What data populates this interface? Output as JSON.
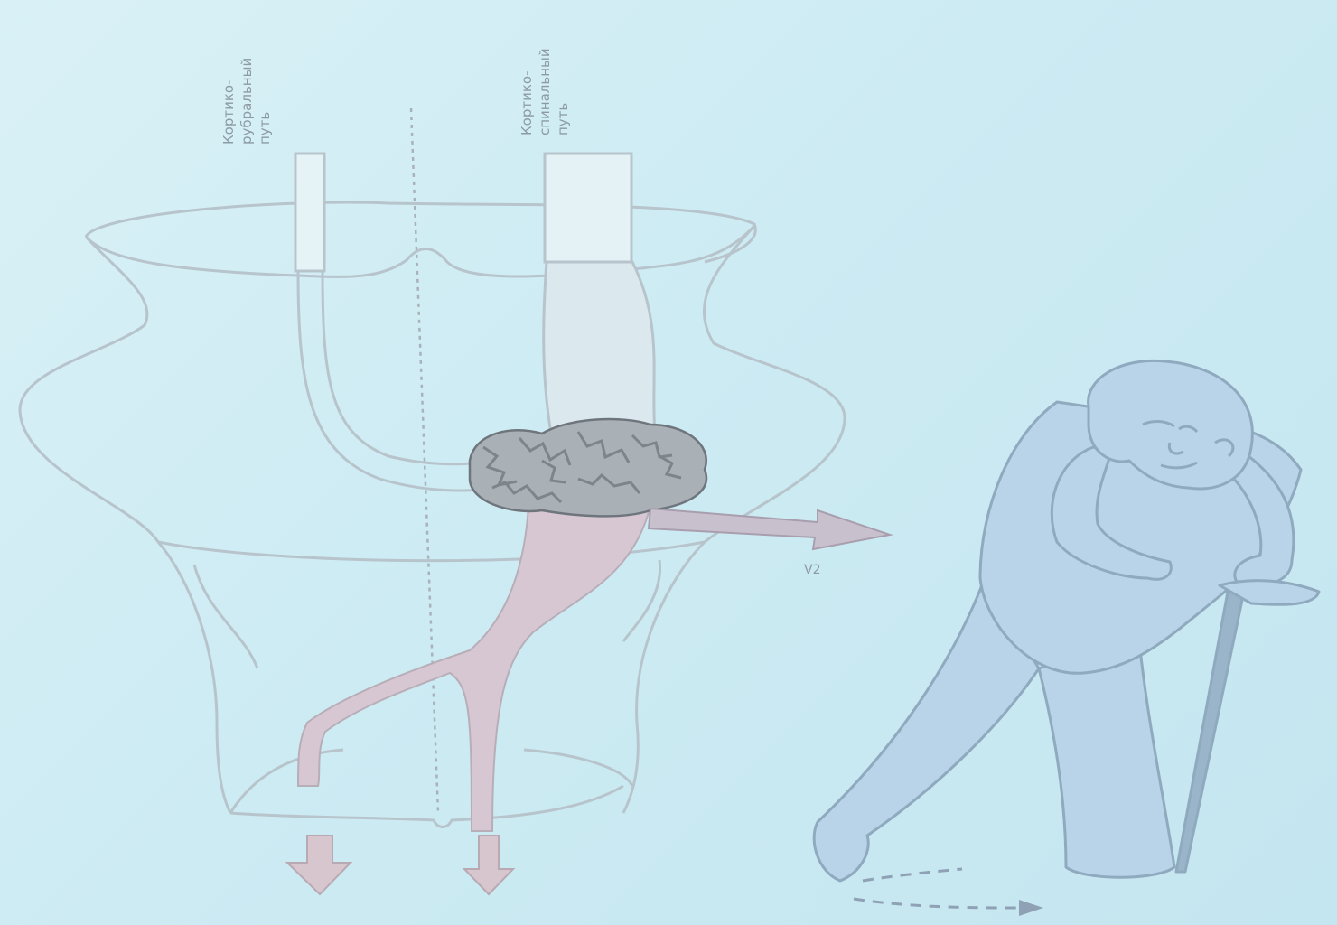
{
  "diagram": {
    "labels": {
      "left_column": [
        "Кортико-",
        "рубральный",
        "путь"
      ],
      "right_column": [
        "Кортико-",
        "спинальный",
        "путь"
      ],
      "arrow_label": "V2"
    },
    "colors": {
      "outline": "#b8c4cc",
      "tract_fill": "#d6c7d2",
      "lesion": "#8a8f95",
      "figure_fill": "#b9d3e8",
      "figure_outline": "#8fa9bf",
      "arrow": "#c7b7c8"
    }
  }
}
